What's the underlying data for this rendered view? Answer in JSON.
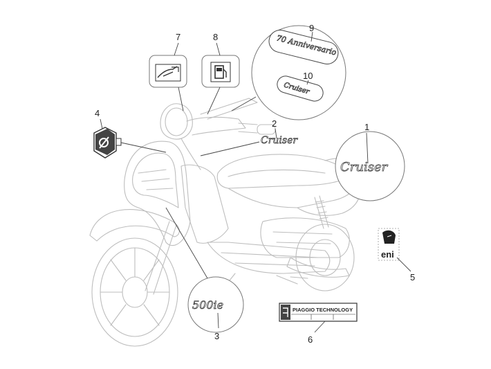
{
  "callouts": [
    "1",
    "2",
    "3",
    "4",
    "5",
    "6",
    "7",
    "8",
    "9",
    "10"
  ],
  "decals": {
    "side_script": "Cruiser",
    "shield_script": "Cruiser",
    "model_badge": "500ie",
    "anniversary_script": "70 Anniversario",
    "small_script": "Cruiser",
    "plate_brand": "PIAGGIO TECHNOLOGY",
    "sponsor": "eni"
  },
  "colors": {
    "outline": "#bdbdbd",
    "ink": "#222222",
    "decal_stroke": "#444444"
  }
}
